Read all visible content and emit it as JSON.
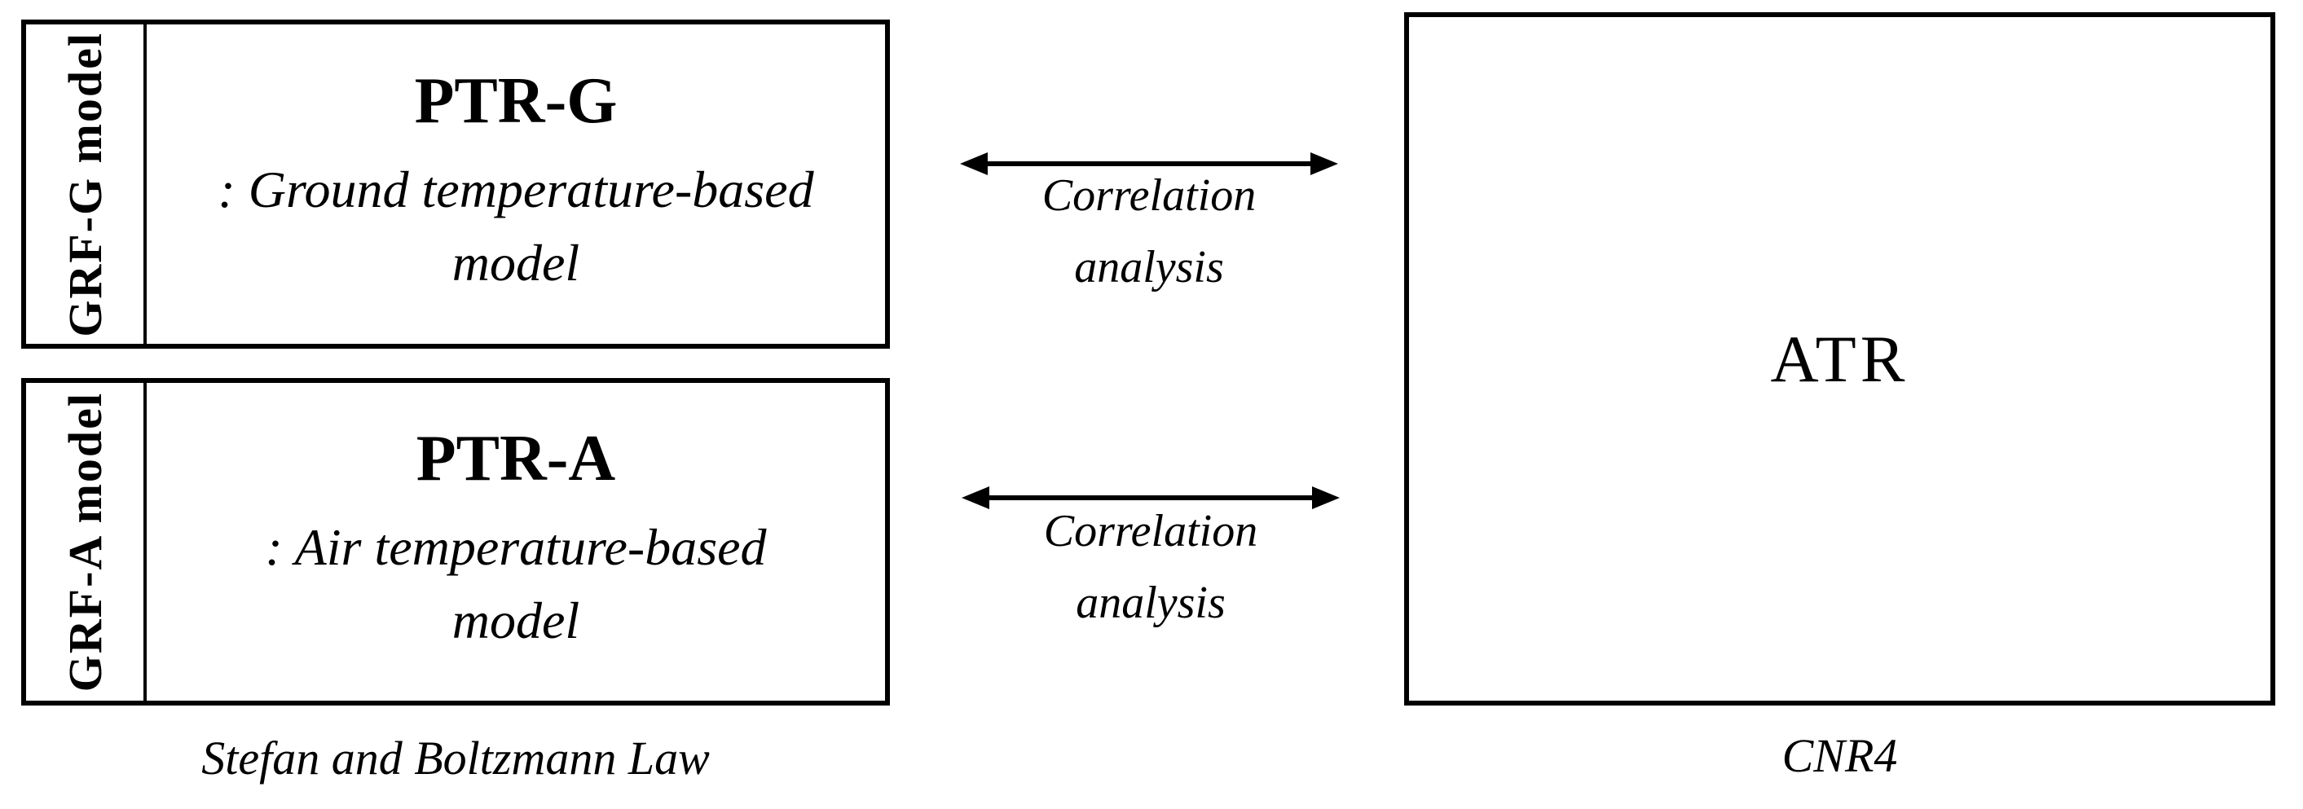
{
  "figure": {
    "colors": {
      "background": "#ffffff",
      "line": "#000000",
      "text": "#000000"
    },
    "grf_g_box": {
      "side_label": "GRF-G model",
      "title": "PTR-G",
      "desc_line1": ": Ground temperature-based",
      "desc_line2": "model"
    },
    "grf_a_box": {
      "side_label": "GRF-A model",
      "title": "PTR-A",
      "desc_line1": ": Air temperature-based",
      "desc_line2": "model"
    },
    "left_caption": "Stefan and Boltzmann Law",
    "atr_box": {
      "title": "ATR"
    },
    "right_caption": "CNR4",
    "top_link": {
      "label_line1": "Correlation",
      "label_line2": "analysis"
    },
    "bottom_link": {
      "label_line1": "Correlation",
      "label_line2": "analysis"
    }
  }
}
